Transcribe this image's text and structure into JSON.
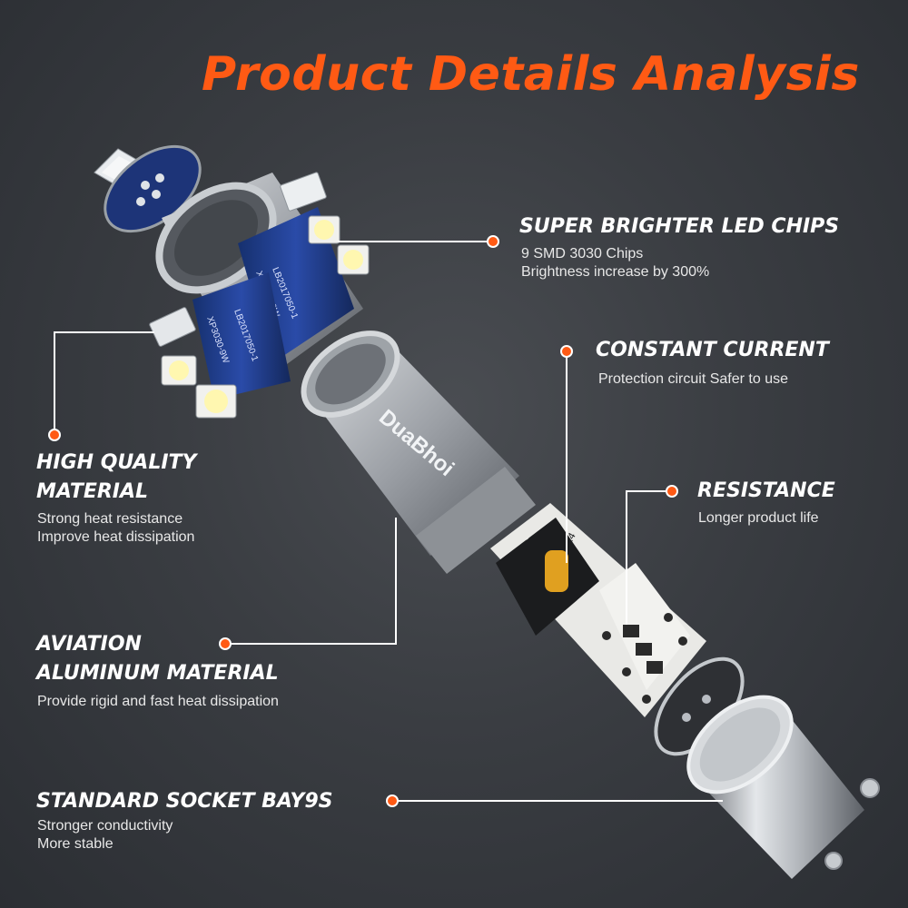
{
  "title": "Product Details Analysis",
  "brand": "DuaBhoi",
  "board_text": {
    "chip_code": "XP3030-9W",
    "board_code": "LB2017050-1",
    "number": "24"
  },
  "colors": {
    "accent": "#ff5a14",
    "background": "#383b40",
    "pcb": "#1f3a8a",
    "silver": "#b8bcc2"
  },
  "features": {
    "led_chips": {
      "heading": "SUPER BRIGHTER LED CHIPS",
      "lines": [
        "9 SMD 3030 Chips",
        "Brightness increase by 300%"
      ]
    },
    "constant_current": {
      "heading": "CONSTANT CURRENT",
      "lines": [
        "Protection circuit  Safer to use"
      ]
    },
    "material": {
      "heading_lines": [
        "HIGH QUALITY",
        "MATERIAL"
      ],
      "lines": [
        "Strong heat resistance",
        "Improve heat dissipation"
      ]
    },
    "resistance": {
      "heading": "RESISTANCE",
      "lines": [
        "Longer product life"
      ]
    },
    "aluminum": {
      "heading_lines": [
        "AVIATION",
        "ALUMINUM MATERIAL"
      ],
      "lines": [
        "Provide rigid and fast heat dissipation"
      ]
    },
    "socket": {
      "heading": "STANDARD SOCKET BAY9S",
      "lines": [
        "Stronger conductivity",
        "More stable"
      ]
    }
  }
}
